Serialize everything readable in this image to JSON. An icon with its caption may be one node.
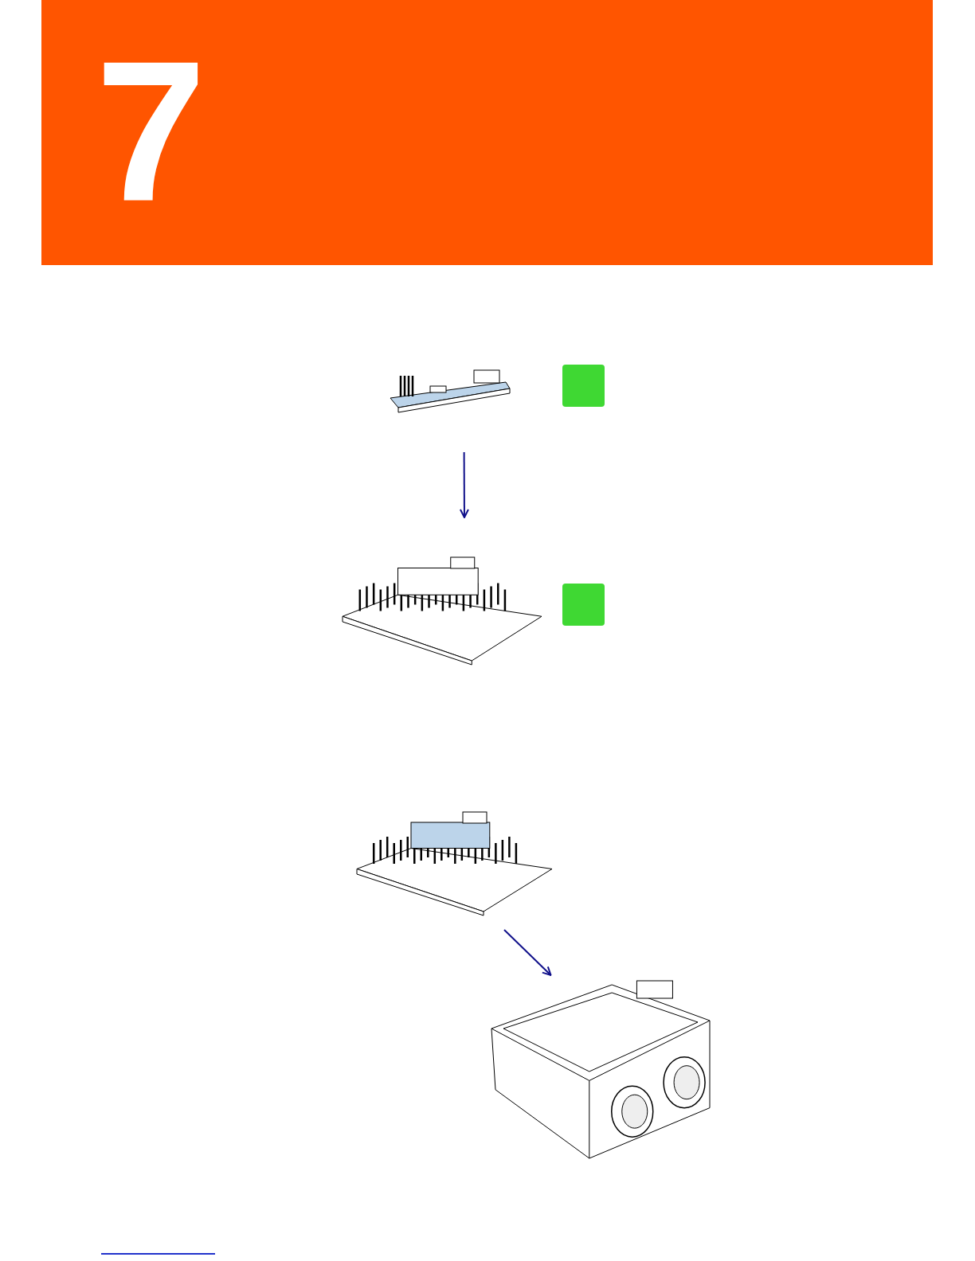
{
  "diagram": {
    "title": "7",
    "nodes": [
      {
        "text": [],
        "shape": "picture"
      },
      {
        "text": [],
        "shape": "picture"
      },
      {
        "text": [],
        "shape": "picture"
      },
      {
        "text": [],
        "shape": "picture"
      }
    ],
    "edges": [
      {
        "from": 0,
        "to": 1,
        "arrow": "to"
      },
      {
        "from": 2,
        "to": 3,
        "arrow": "to"
      }
    ]
  }
}
